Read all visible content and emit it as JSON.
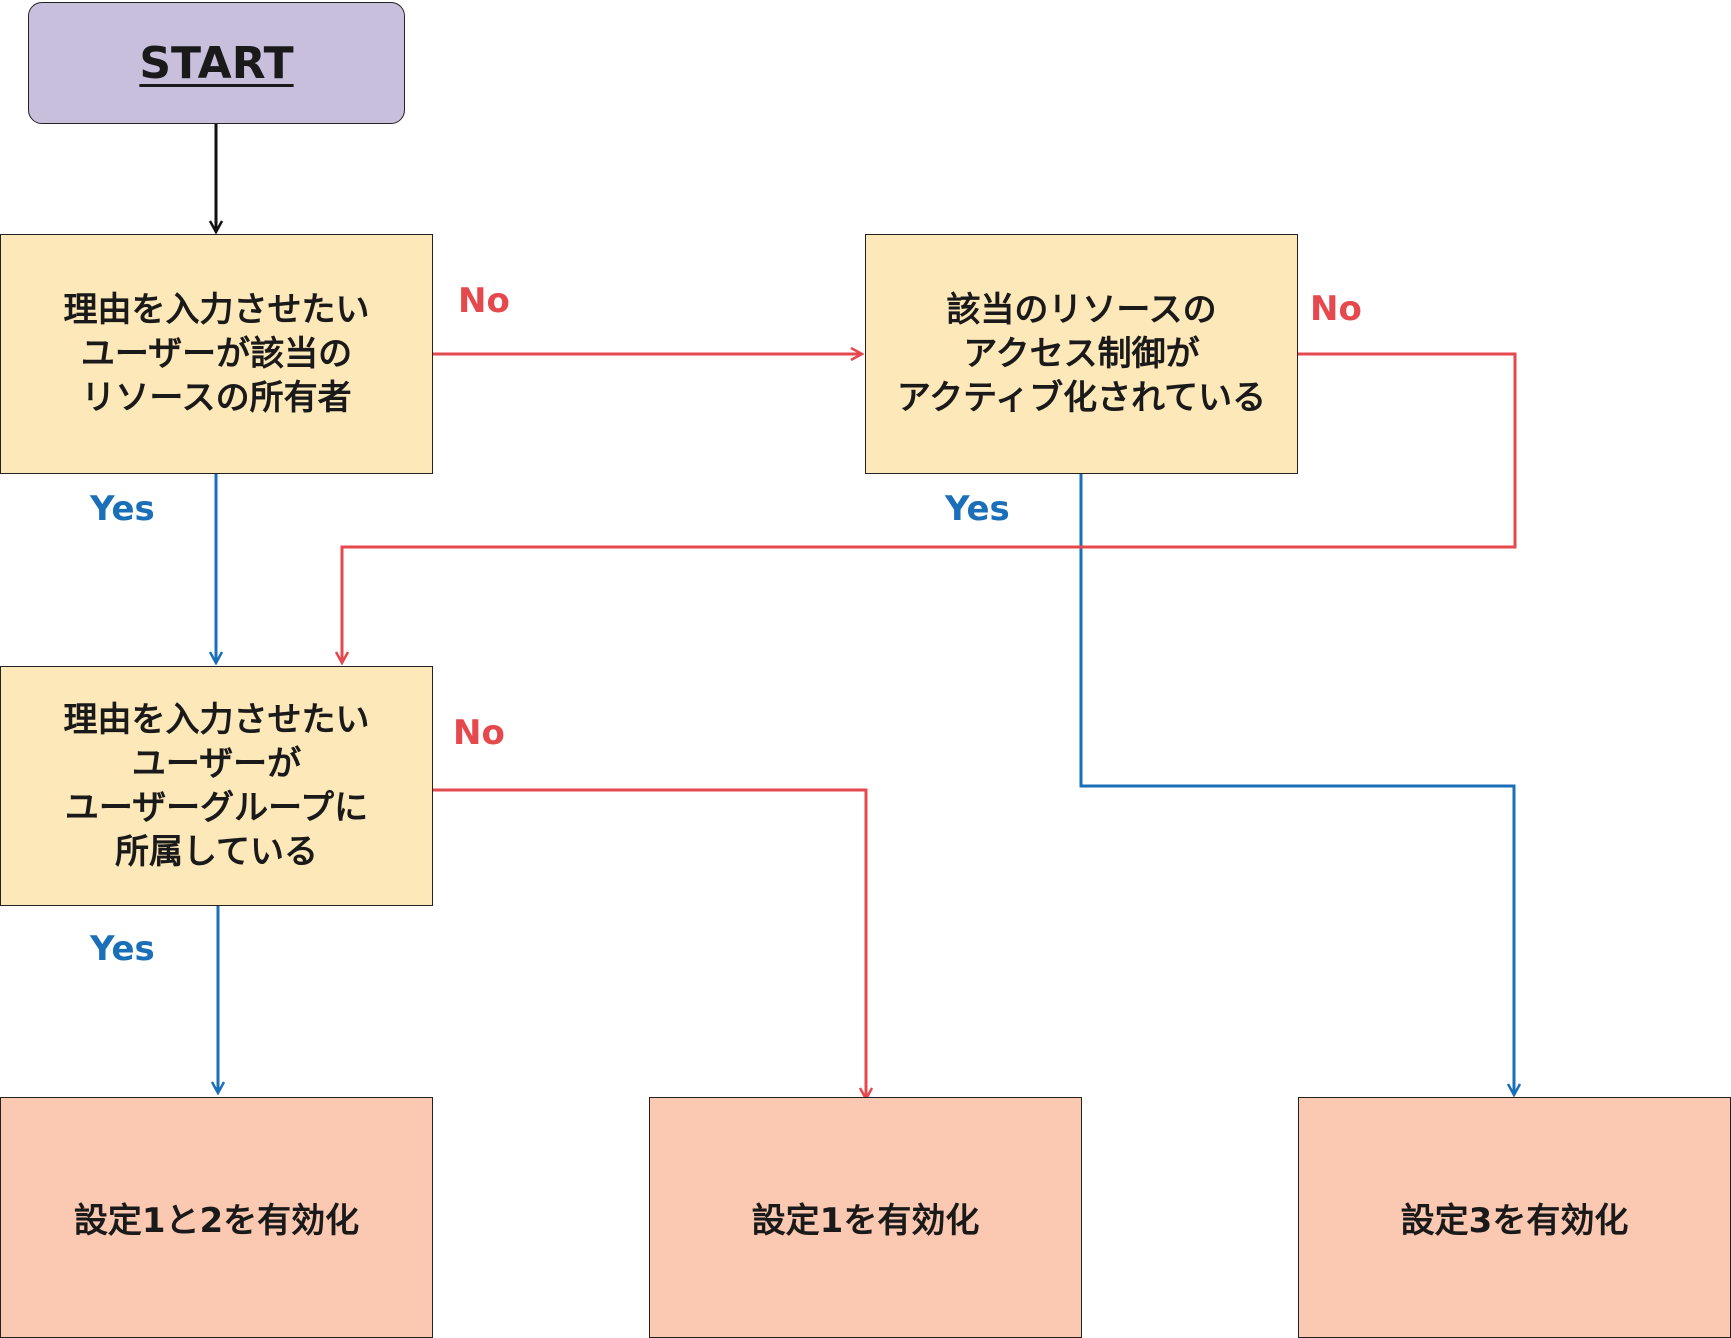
{
  "colors": {
    "start_fill": "#c8bfdc",
    "decision_fill": "#fde8b9",
    "result_fill": "#fbc8b1",
    "yes": "#1a6fb8",
    "no": "#e5484d",
    "start_arrow": "#111111"
  },
  "nodes": {
    "start": "START",
    "q1": "理由を入力させたい\nユーザーが該当の\nリソースの所有者",
    "q2": "該当のリソースの\nアクセス制御が\nアクティブ化されている",
    "q3": "理由を入力させたい\nユーザーが\nユーザーグループに\n所属している",
    "r1": "設定1と2を有効化",
    "r2": "設定1を有効化",
    "r3": "設定3を有効化"
  },
  "labels": {
    "q1_no": "No",
    "q1_yes": "Yes",
    "q2_no": "No",
    "q2_yes": "Yes",
    "q3_no": "No",
    "q3_yes": "Yes"
  }
}
